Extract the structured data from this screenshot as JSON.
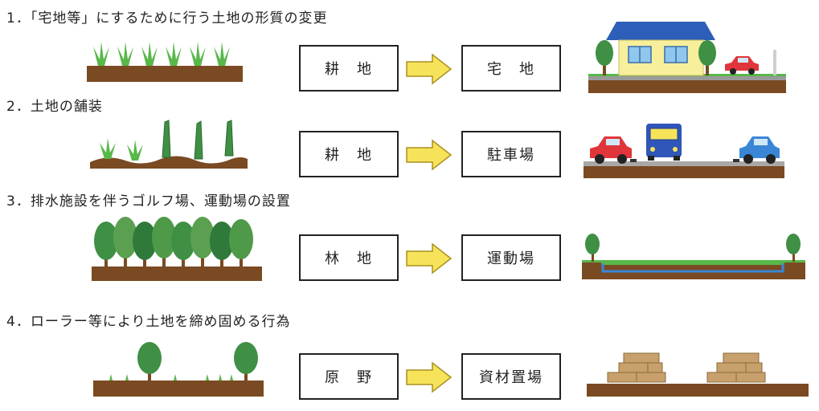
{
  "rows": [
    {
      "heading": "1．「宅地等」にするために行う土地の形質の変更",
      "from": "耕　地",
      "to": "宅　地"
    },
    {
      "heading": "2．土地の舗装",
      "from": "耕　地",
      "to": "駐車場"
    },
    {
      "heading": "3．排水施設を伴うゴルフ場、運動場の設置",
      "from": "林　地",
      "to": "運動場"
    },
    {
      "heading": "4．ローラー等により土地を締め固める行為",
      "from": "原　野",
      "to": "資材置場"
    }
  ],
  "colors": {
    "soil": "#7a4a22",
    "grass": "#58b84a",
    "arrow_fill": "#f7e35a",
    "arrow_stroke": "#a89020",
    "roof": "#2e5fb8",
    "wall": "#f7ef9c",
    "tree": "#3f8f45",
    "car_red": "#e0353a",
    "bus_blue": "#2f56b8",
    "car_blue": "#3a86d6",
    "lumber": "#c8a06c"
  }
}
